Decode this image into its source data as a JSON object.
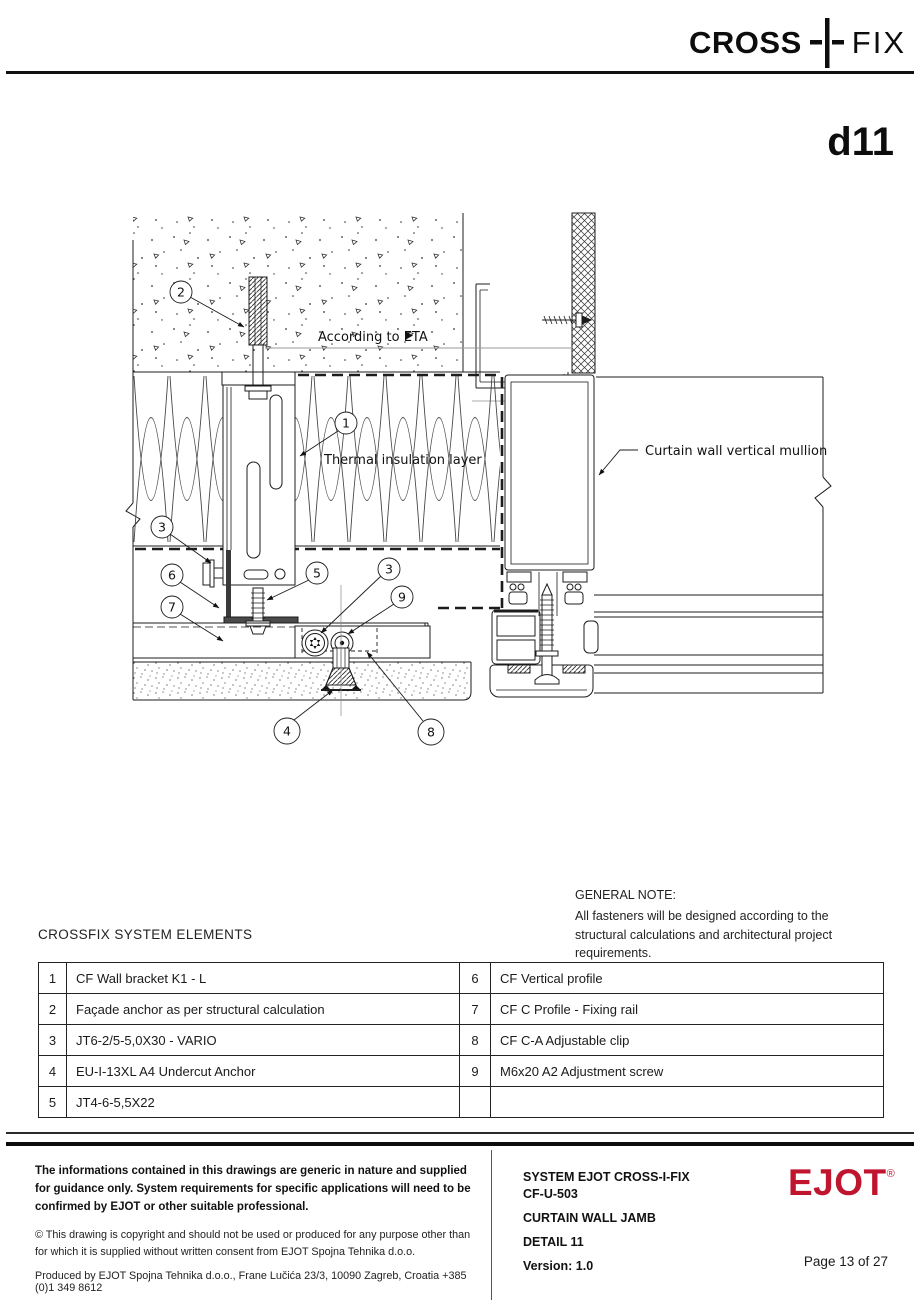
{
  "header": {
    "brand_cross": "CROSS",
    "brand_fix": "FIX",
    "detail_code": "d11"
  },
  "drawing": {
    "labels": {
      "eta": "According to ETA",
      "insulation": "Thermal insulation layer",
      "mullion": "Curtain wall vertical mullion"
    },
    "callouts": {
      "c1": "1",
      "c2": "2",
      "c3a": "3",
      "c3b": "3",
      "c4": "4",
      "c5": "5",
      "c6": "6",
      "c7": "7",
      "c8": "8",
      "c9": "9"
    }
  },
  "elements": {
    "title": "CROSSFIX SYSTEM ELEMENTS",
    "left_rows": [
      {
        "num": "1",
        "desc": "CF Wall bracket K1 - L"
      },
      {
        "num": "2",
        "desc": "Façade anchor as per structural calculation"
      },
      {
        "num": "3",
        "desc": "JT6-2/5-5,0X30 - VARIO"
      },
      {
        "num": "4",
        "desc": "EU-I-13XL A4 Undercut Anchor"
      },
      {
        "num": "5",
        "desc": "JT4-6-5,5X22"
      }
    ],
    "right_rows": [
      {
        "num": "6",
        "desc": "CF Vertical profile"
      },
      {
        "num": "7",
        "desc": "CF C Profile - Fixing rail"
      },
      {
        "num": "8",
        "desc": "CF C-A  Adjustable clip"
      },
      {
        "num": "9",
        "desc": "M6x20 A2  Adjustment screw"
      },
      {
        "num": "",
        "desc": ""
      }
    ]
  },
  "general_note": {
    "title": "GENERAL NOTE:",
    "body": "All fasteners will be designed according to the structural calculations and architectural project requirements."
  },
  "footer": {
    "disclaimer_bold": "The informations contained in this drawings are generic in nature and supplied for guidance only. System requirements for specific applications will need to be confirmed by EJOT or other suitable professional.",
    "copyright": "© This drawing is copyright and should not be used or produced for any purpose other than for which it is supplied without written consent from EJOT Spojna Tehnika d.o.o.",
    "produced": "Produced by EJOT Spojna Tehnika d.o.o., Frane Lučića 23/3, 10090 Zagreb, Croatia +385 (0)1 349 8612",
    "system_line1": "SYSTEM EJOT CROSS-I-FIX",
    "system_line2": "CF-U-503",
    "project": "CURTAIN WALL JAMB",
    "detail": "DETAIL 11",
    "version": "Version: 1.0",
    "page": "Page 13 of 27",
    "logo": "EJOT",
    "logo_reg": "®",
    "logo_color": "#c0152f"
  }
}
